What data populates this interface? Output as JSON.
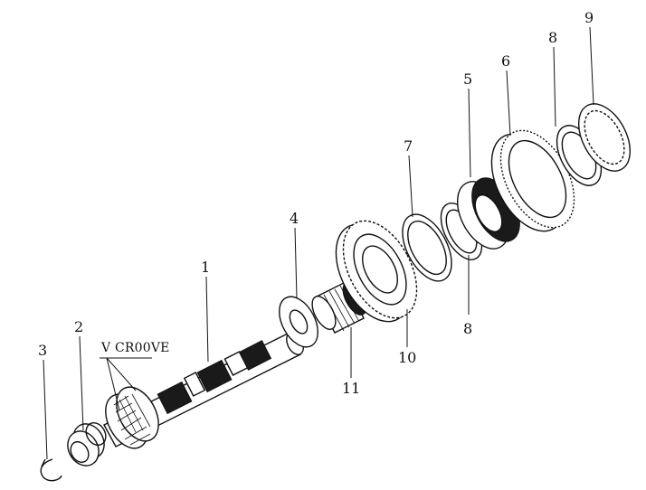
{
  "diagram": {
    "callouts": [
      {
        "id": "c1",
        "text": "1"
      },
      {
        "id": "c2",
        "text": "2"
      },
      {
        "id": "c3",
        "text": "3"
      },
      {
        "id": "c4",
        "text": "4"
      },
      {
        "id": "c5",
        "text": "5"
      },
      {
        "id": "c6",
        "text": "6"
      },
      {
        "id": "c7",
        "text": "7"
      },
      {
        "id": "c8a",
        "text": "8"
      },
      {
        "id": "c8b",
        "text": "8"
      },
      {
        "id": "c9",
        "text": "9"
      },
      {
        "id": "c10",
        "text": "10"
      },
      {
        "id": "c11",
        "text": "11"
      }
    ],
    "groove_label": "V CR00VE"
  }
}
